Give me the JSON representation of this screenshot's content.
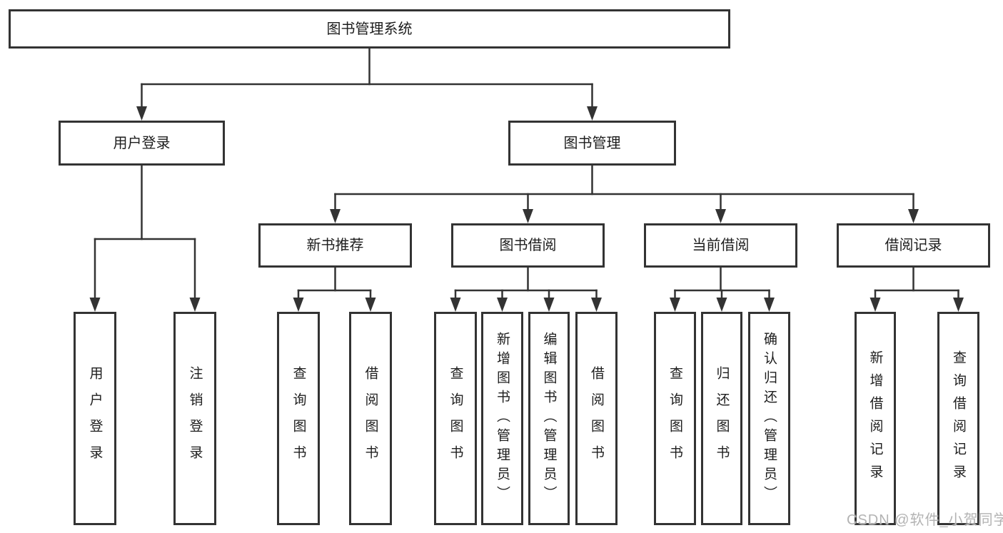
{
  "diagram": {
    "type": "hierarchy-tree",
    "nodes": [
      {
        "id": "system",
        "label": "图书管理系统",
        "children": [
          "user-login",
          "book-management"
        ]
      },
      {
        "id": "user-login",
        "label": "用户登录",
        "children": [
          "user-login-leaf",
          "logout-leaf"
        ]
      },
      {
        "id": "book-management",
        "label": "图书管理",
        "children": [
          "new-book-recommend",
          "book-borrowing",
          "current-borrowing",
          "borrowing-records"
        ]
      },
      {
        "id": "new-book-recommend",
        "label": "新书推荐",
        "children": [
          "query-books-1",
          "borrow-books-1"
        ]
      },
      {
        "id": "book-borrowing",
        "label": "图书借阅",
        "children": [
          "query-books-2",
          "add-book-admin",
          "edit-book-admin",
          "borrow-books-2"
        ]
      },
      {
        "id": "current-borrowing",
        "label": "当前借阅",
        "children": [
          "query-books-3",
          "return-books",
          "confirm-return-admin"
        ]
      },
      {
        "id": "borrowing-records",
        "label": "借阅记录",
        "children": [
          "add-borrow-record",
          "query-borrow-record"
        ]
      },
      {
        "id": "user-login-leaf",
        "label": "用户登录",
        "children": []
      },
      {
        "id": "logout-leaf",
        "label": "注销登录",
        "children": []
      },
      {
        "id": "query-books-1",
        "label": "查询图书",
        "children": []
      },
      {
        "id": "borrow-books-1",
        "label": "借阅图书",
        "children": []
      },
      {
        "id": "query-books-2",
        "label": "查询图书",
        "children": []
      },
      {
        "id": "add-book-admin",
        "label": "新增图书（管理员）",
        "children": []
      },
      {
        "id": "edit-book-admin",
        "label": "编辑图书（管理员）",
        "children": []
      },
      {
        "id": "borrow-books-2",
        "label": "借阅图书",
        "children": []
      },
      {
        "id": "query-books-3",
        "label": "查询图书",
        "children": []
      },
      {
        "id": "return-books",
        "label": "归还图书",
        "children": []
      },
      {
        "id": "confirm-return-admin",
        "label": "确认归还（管理员）",
        "children": []
      },
      {
        "id": "add-borrow-record",
        "label": "新增借阅记录",
        "children": []
      },
      {
        "id": "query-borrow-record",
        "label": "查询借阅记录",
        "children": []
      }
    ]
  },
  "watermark": {
    "text": "CSDN @软件_小贺同学"
  },
  "colors": {
    "line": "#333333",
    "box_border": "#333333",
    "text": "#1d1d1d",
    "background": "#ffffff",
    "watermark": "#b3b3b3"
  }
}
